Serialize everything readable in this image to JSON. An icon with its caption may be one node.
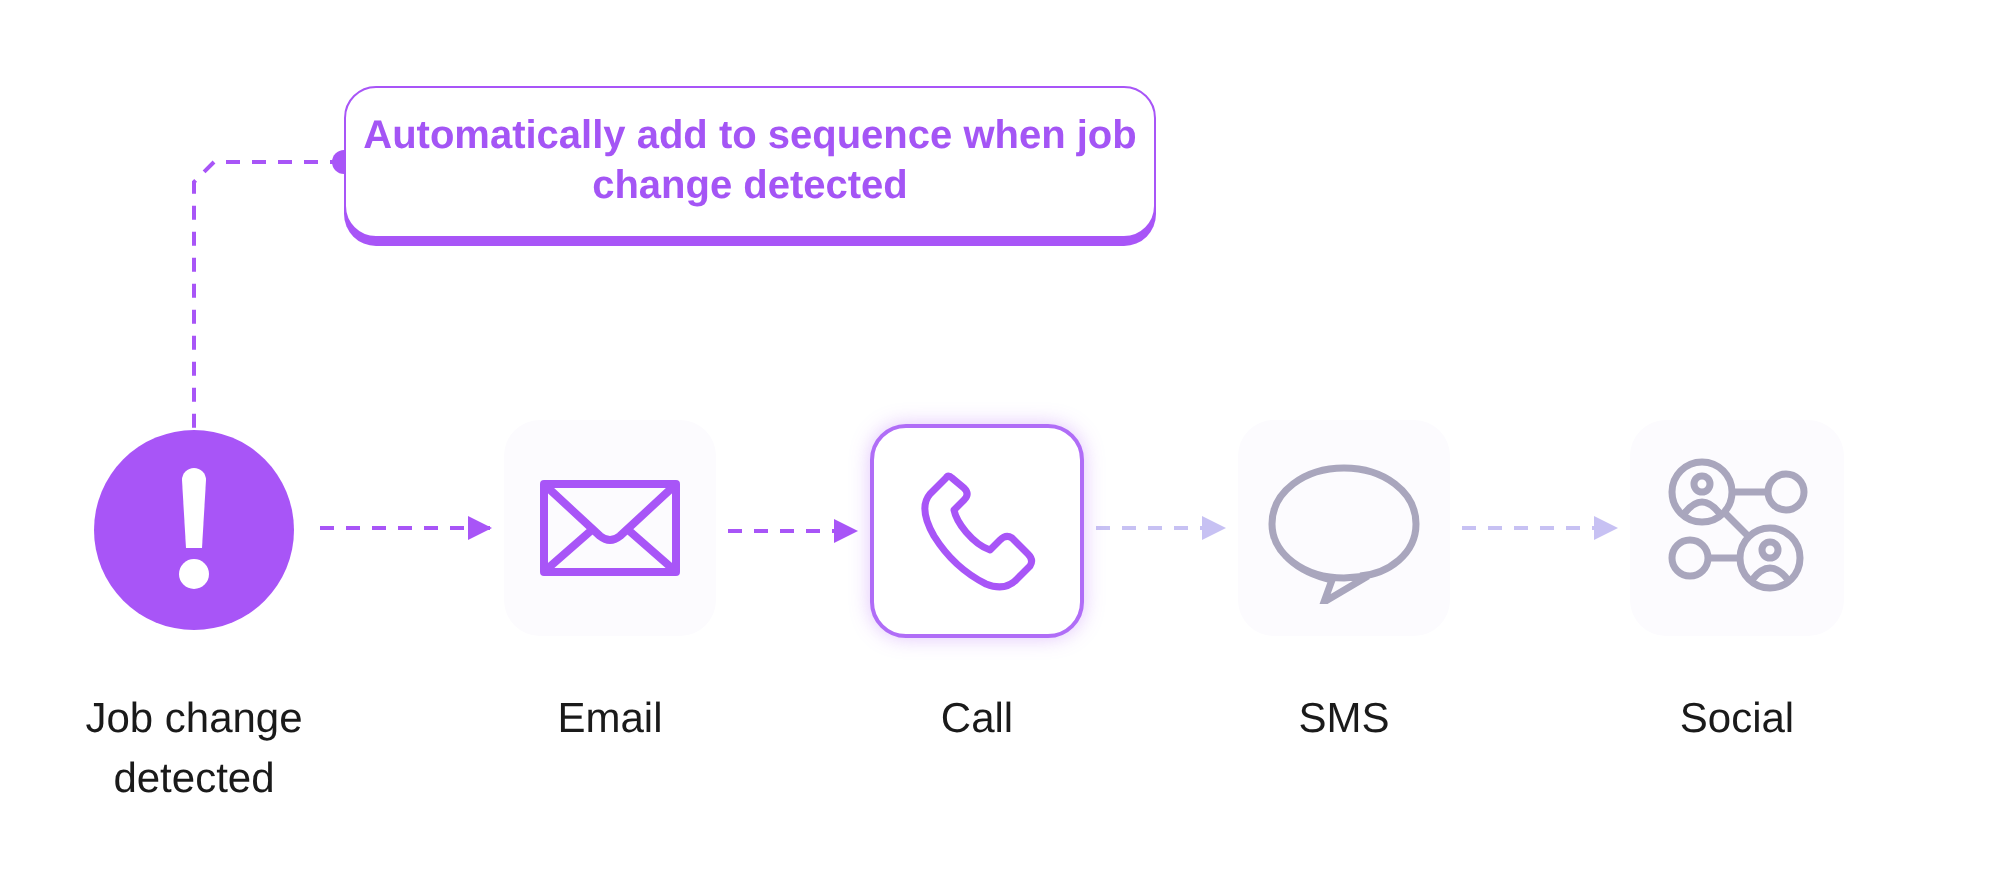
{
  "diagram": {
    "nodes": [
      {
        "text": [
          "Automatically add to sequence when job change detected"
        ]
      },
      {
        "text": [],
        "shape": "circle",
        "beside": [
          "Job change detected"
        ]
      },
      {
        "text": [],
        "shape": "box",
        "beside": [
          "Email"
        ]
      },
      {
        "text": [],
        "shape": "box",
        "beside": [
          "Call"
        ]
      },
      {
        "text": [],
        "shape": "box",
        "beside": [
          "SMS"
        ]
      },
      {
        "text": [],
        "shape": "box",
        "beside": [
          "Social"
        ]
      }
    ],
    "edges": [
      {
        "from": 0,
        "to": 1,
        "arrow": "other",
        "style": "dashed"
      },
      {
        "from": 1,
        "to": 2,
        "arrow": "to",
        "style": "dashed"
      },
      {
        "from": 2,
        "to": 3,
        "arrow": "to",
        "style": "dashed"
      },
      {
        "from": 3,
        "to": 4,
        "arrow": "to",
        "style": "dashed",
        "color": "#c7c1f3"
      },
      {
        "from": 4,
        "to": 5,
        "arrow": "to",
        "style": "dashed",
        "color": "#c7c1f3"
      }
    ]
  }
}
